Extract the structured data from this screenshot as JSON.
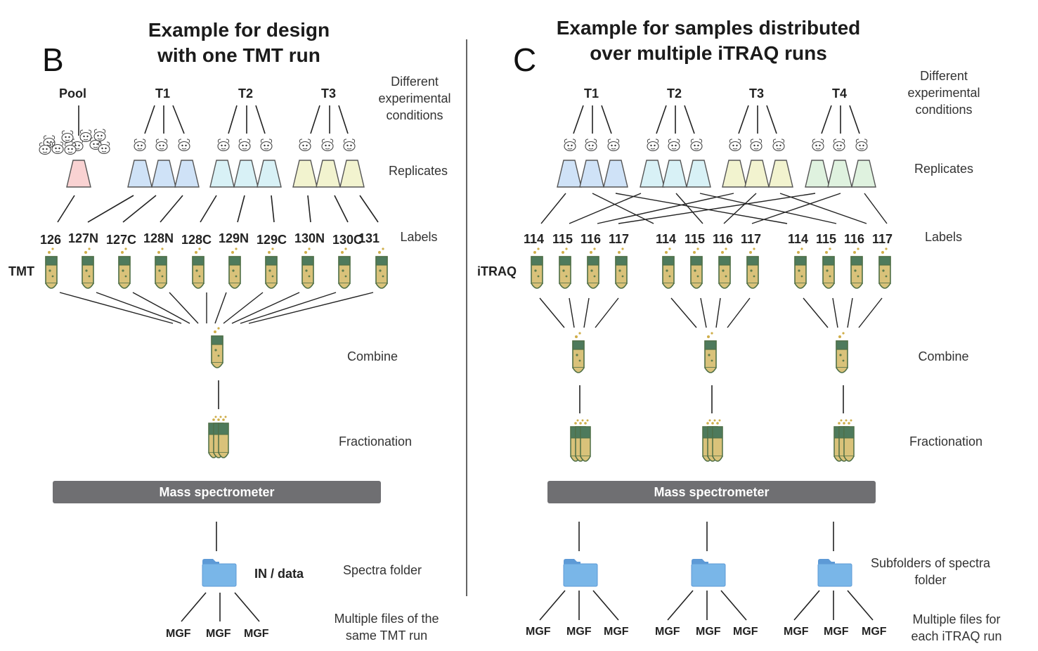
{
  "panel_b": {
    "letter": "B",
    "title_line1": "Example for design",
    "title_line2": "with one TMT run",
    "conditions": [
      "Pool",
      "T1",
      "T2",
      "T3"
    ],
    "labels": [
      "126",
      "127N",
      "127C",
      "128N",
      "128C",
      "129N",
      "129C",
      "130N",
      "130C",
      "131"
    ],
    "run_label": "TMT",
    "ms_label": "Mass spectrometer",
    "folder_label": "IN / data",
    "files": [
      "MGF",
      "MGF",
      "MGF"
    ],
    "steps": {
      "conditions_l1": "Different",
      "conditions_l2": "experimental",
      "conditions_l3": "conditions",
      "replicates": "Replicates",
      "labels": "Labels",
      "combine": "Combine",
      "fractionation": "Fractionation",
      "folder": "Spectra folder",
      "files_l1": "Multiple files of the",
      "files_l2": "same TMT run"
    }
  },
  "panel_c": {
    "letter": "C",
    "title_line1": "Example for samples distributed",
    "title_line2": "over multiple iTRAQ runs",
    "conditions": [
      "T1",
      "T2",
      "T3",
      "T4"
    ],
    "labels": [
      "114",
      "115",
      "116",
      "117"
    ],
    "run_label": "iTRAQ",
    "ms_label": "Mass spectrometer",
    "files": [
      "MGF",
      "MGF",
      "MGF"
    ],
    "steps": {
      "conditions_l1": "Different",
      "conditions_l2": "experimental",
      "conditions_l3": "conditions",
      "replicates": "Replicates",
      "labels": "Labels",
      "combine": "Combine",
      "fractionation": "Fractionation",
      "folder_l1": "Subfolders of spectra",
      "folder_l2": "folder",
      "files_l1": "Multiple files for",
      "files_l2": "each iTRAQ run"
    }
  },
  "colors": {
    "pool_flask": "#f9d2d2",
    "t1_flask": "#cfe2f7",
    "t2_flask": "#d8f1f6",
    "t3_flask": "#f2f3cf",
    "t4_flask": "#dff2df",
    "tube_cap": "#4e7a5c",
    "tube_body": "#d9c27a",
    "ms_bar": "#6f6f72",
    "folder": "#79b6e8"
  }
}
